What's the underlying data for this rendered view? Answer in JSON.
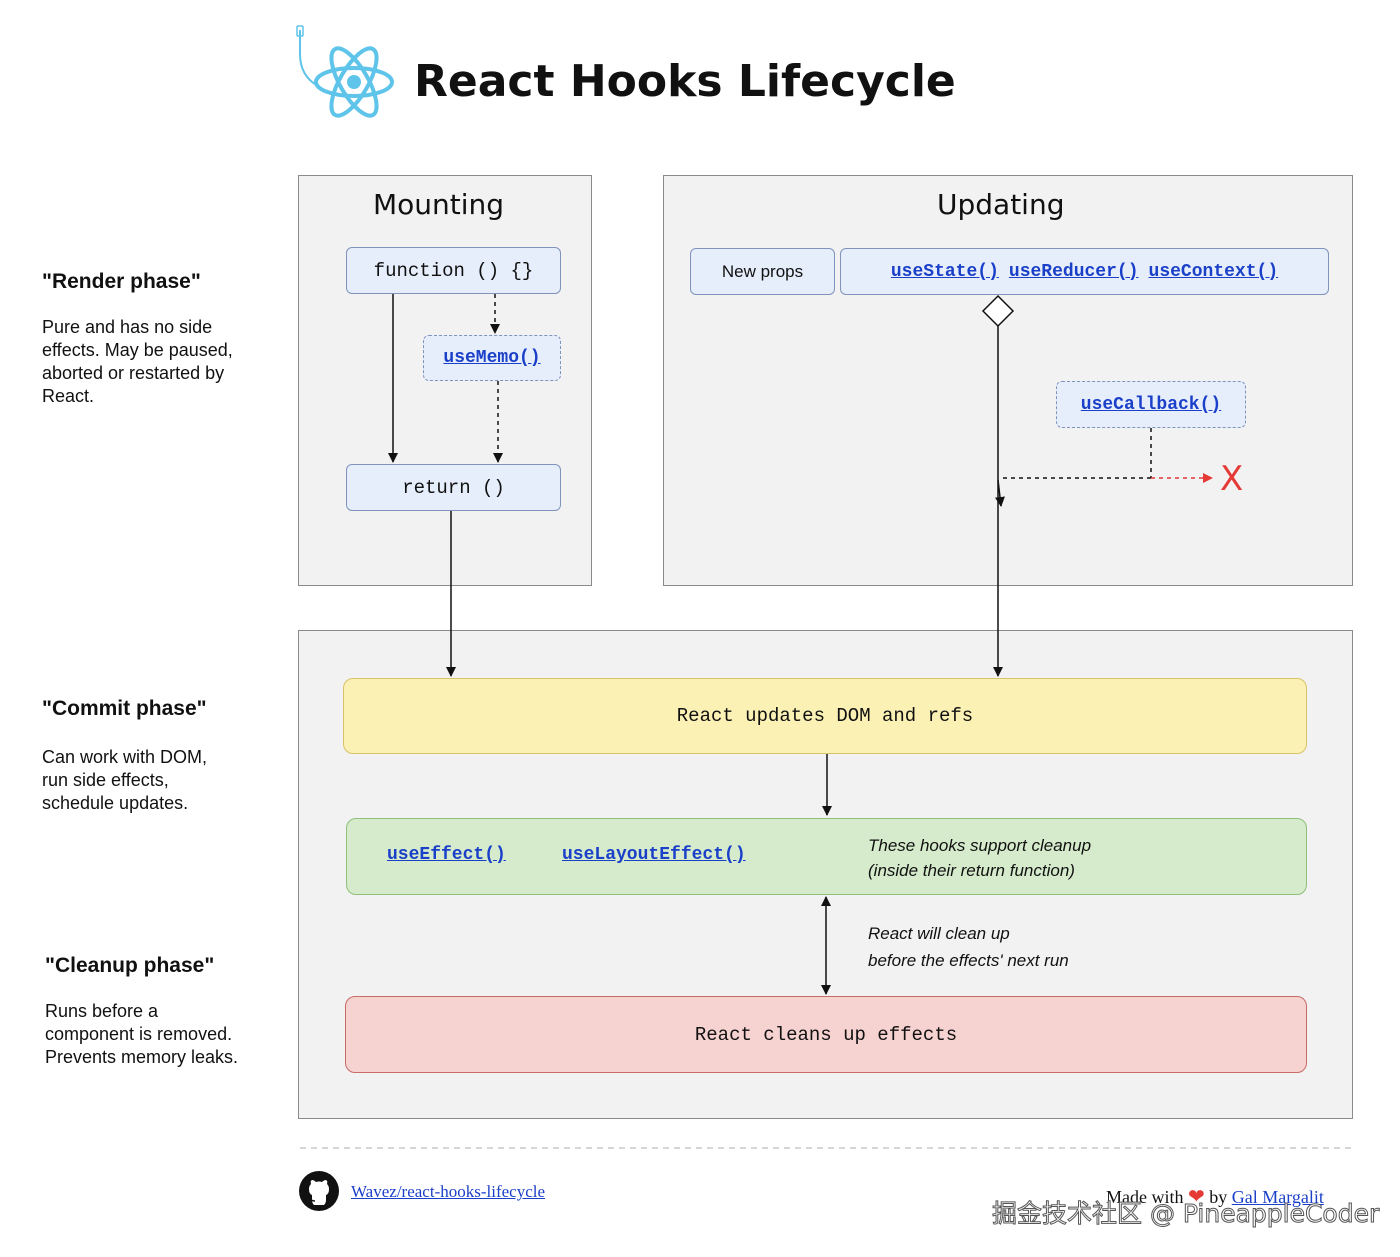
{
  "title": "React Hooks Lifecycle",
  "phases": {
    "render": {
      "heading": "\"Render phase\"",
      "lines": [
        "Pure and has no side",
        "effects. May be paused,",
        "aborted or restarted by",
        "React."
      ]
    },
    "commit": {
      "heading": "\"Commit phase\"",
      "lines": [
        "Can work with DOM,",
        "run side effects,",
        "schedule updates."
      ]
    },
    "cleanup": {
      "heading": "\"Cleanup phase\"",
      "lines": [
        "Runs before a",
        "component is removed.",
        "Prevents memory leaks."
      ]
    }
  },
  "mounting": {
    "title": "Mounting",
    "function_label": "function () {}",
    "use_memo": "useMemo()",
    "return_label": "return ()"
  },
  "updating": {
    "title": "Updating",
    "new_props": "New props",
    "hooks": [
      "useState()",
      "useReducer()",
      "useContext()"
    ],
    "use_callback": "useCallback()",
    "x_mark": "X"
  },
  "commit_box": {
    "dom_update": "React updates DOM and refs",
    "effects": [
      "useEffect()",
      "useLayoutEffect()"
    ],
    "cleanup_note": [
      "These hooks support cleanup",
      "(inside their return function)"
    ],
    "clean_up_note": [
      "React will clean up",
      "before the effects' next run"
    ],
    "cleans_up": "React cleans up effects"
  },
  "footer": {
    "repo_link": "Wavez/react-hooks-lifecycle",
    "made_with": "Made with",
    "by": "by",
    "author": "Gal Margalit",
    "watermark": "掘金技术社区 @ PineappleCoder"
  },
  "colors": {
    "react_blue": "#5fc4ea",
    "link_blue": "#1a3fc8",
    "yellow": "#fbf1b4",
    "green": "#d6ebcc",
    "red": "#f6d2d0",
    "x_red": "#e53935"
  }
}
